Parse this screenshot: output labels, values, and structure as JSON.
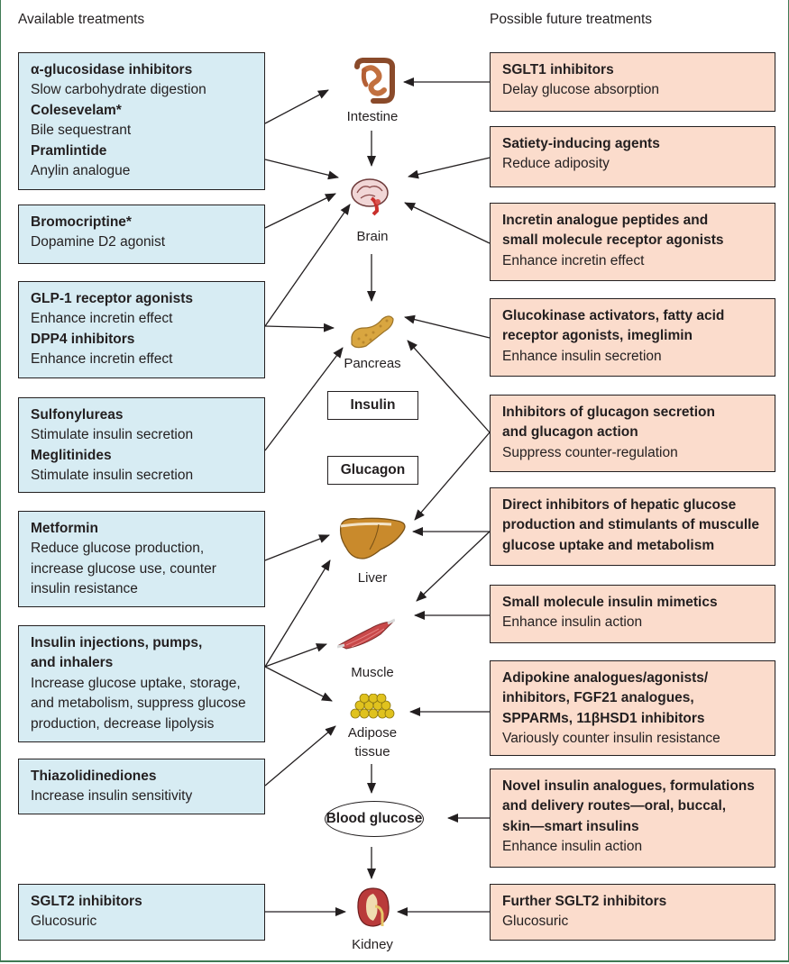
{
  "headers": {
    "available": "Available treatments",
    "future": "Possible future treatments"
  },
  "left_boxes": [
    {
      "lines": [
        {
          "text": "α-glucosidase inhibitors",
          "bold": true
        },
        {
          "text": "Slow carbohydrate digestion",
          "bold": false
        },
        {
          "text": "Colesevelam*",
          "bold": true
        },
        {
          "text": "Bile sequestrant",
          "bold": false
        },
        {
          "text": "Pramlintide",
          "bold": true
        },
        {
          "text": "Anylin analogue",
          "bold": false
        }
      ]
    },
    {
      "lines": [
        {
          "text": "Bromocriptine*",
          "bold": true
        },
        {
          "text": "Dopamine D2 agonist",
          "bold": false
        }
      ]
    },
    {
      "lines": [
        {
          "text": "GLP-1 receptor agonists",
          "bold": true
        },
        {
          "text": "Enhance incretin effect",
          "bold": false
        },
        {
          "text": "DPP4 inhibitors",
          "bold": true
        },
        {
          "text": "Enhance incretin effect",
          "bold": false
        }
      ]
    },
    {
      "lines": [
        {
          "text": "Sulfonylureas",
          "bold": true
        },
        {
          "text": "Stimulate insulin secretion",
          "bold": false
        },
        {
          "text": "Meglitinides",
          "bold": true
        },
        {
          "text": "Stimulate insulin secretion",
          "bold": false
        }
      ]
    },
    {
      "lines": [
        {
          "text": "Metformin",
          "bold": true
        },
        {
          "text": "Reduce glucose production,",
          "bold": false
        },
        {
          "text": "increase glucose use, counter",
          "bold": false
        },
        {
          "text": "insulin resistance",
          "bold": false
        }
      ]
    },
    {
      "lines": [
        {
          "text": "Insulin injections, pumps,",
          "bold": true
        },
        {
          "text": "and inhalers",
          "bold": true
        },
        {
          "text": "Increase glucose uptake, storage,",
          "bold": false
        },
        {
          "text": "and metabolism, suppress glucose",
          "bold": false
        },
        {
          "text": "production, decrease lipolysis",
          "bold": false
        }
      ]
    },
    {
      "lines": [
        {
          "text": "Thiazolidinediones",
          "bold": true
        },
        {
          "text": "Increase insulin sensitivity",
          "bold": false
        }
      ]
    },
    {
      "lines": [
        {
          "text": "SGLT2 inhibitors",
          "bold": true
        },
        {
          "text": "Glucosuric",
          "bold": false
        }
      ]
    }
  ],
  "right_boxes": [
    {
      "lines": [
        {
          "text": "SGLT1 inhibitors",
          "bold": true
        },
        {
          "text": "Delay glucose absorption",
          "bold": false
        }
      ]
    },
    {
      "lines": [
        {
          "text": "Satiety-inducing agents",
          "bold": true
        },
        {
          "text": "Reduce adiposity",
          "bold": false
        }
      ]
    },
    {
      "lines": [
        {
          "text": "Incretin analogue peptides and",
          "bold": true
        },
        {
          "text": "small molecule receptor agonists",
          "bold": true
        },
        {
          "text": "Enhance incretin effect",
          "bold": false
        }
      ]
    },
    {
      "lines": [
        {
          "text": "Glucokinase activators, fatty acid",
          "bold": true
        },
        {
          "text": "receptor agonists, imeglimin",
          "bold": true
        },
        {
          "text": "Enhance insulin secretion",
          "bold": false
        }
      ]
    },
    {
      "lines": [
        {
          "text": "Inhibitors of glucagon secretion",
          "bold": true
        },
        {
          "text": "and glucagon action",
          "bold": true
        },
        {
          "text": "Suppress counter-regulation",
          "bold": false
        }
      ]
    },
    {
      "lines": [
        {
          "text": "Direct inhibitors of hepatic glucose",
          "bold": true
        },
        {
          "text": "production and stimulants of musculle",
          "bold": true
        },
        {
          "text": "glucose uptake and metabolism",
          "bold": true
        }
      ]
    },
    {
      "lines": [
        {
          "text": "Small molecule insulin mimetics",
          "bold": true
        },
        {
          "text": "Enhance insulin action",
          "bold": false
        }
      ]
    },
    {
      "lines": [
        {
          "text": "Adipokine analogues/agonists/",
          "bold": true
        },
        {
          "text": "inhibitors, FGF21 analogues,",
          "bold": true
        },
        {
          "text": "SPPARMs, 11βHSD1 inhibitors",
          "bold": true
        },
        {
          "text": "Variously counter insulin resistance",
          "bold": false
        }
      ]
    },
    {
      "lines": [
        {
          "text": "Novel insulin analogues, formulations",
          "bold": true
        },
        {
          "text": "and delivery routes—oral, buccal,",
          "bold": true
        },
        {
          "text": "skin—smart insulins",
          "bold": true
        },
        {
          "text": "Enhance insulin action",
          "bold": false
        }
      ]
    },
    {
      "lines": [
        {
          "text": "Further SGLT2 inhibitors",
          "bold": true
        },
        {
          "text": "Glucosuric",
          "bold": false
        }
      ]
    }
  ],
  "organs": {
    "intestine": "Intestine",
    "brain": "Brain",
    "pancreas": "Pancreas",
    "liver": "Liver",
    "muscle": "Muscle",
    "adipose_1": "Adipose",
    "adipose_2": "tissue",
    "kidney": "Kidney"
  },
  "hormones": {
    "insulin": "Insulin",
    "glucagon": "Glucagon"
  },
  "blood_glucose": "Blood glucose",
  "colors": {
    "available_fill": "#d7ecf3",
    "future_fill": "#fbdccc",
    "frame": "#3f7a54"
  }
}
